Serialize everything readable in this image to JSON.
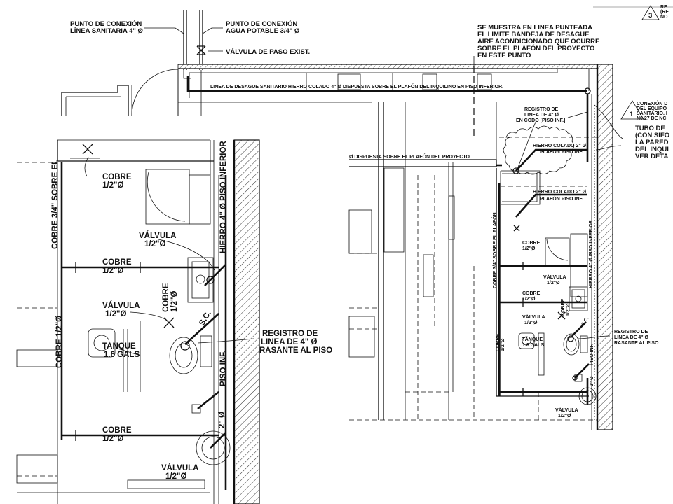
{
  "top_notes": {
    "sanitary_connection": [
      "PUNTO DE CONEXIÓN",
      "LÍNEA SANITARIA 4\" Ø"
    ],
    "water_connection": [
      "PUNTO DE CONEXIÓN",
      "AGUA POTABLE 3/4\" Ø"
    ],
    "existing_valve": "VÁLVULA DE PASO EXIST.",
    "dashed_limit_note": [
      "SE MUESTRA EN LINEA PUNTEADA",
      "EL LIMITE BANDEJA DE DESAGUE",
      "AIRE ACONDICIONADO QUE OCURRE",
      "SOBRE EL PLAFÓN DEL PROYECTO",
      "EN ESTE PUNTO"
    ]
  },
  "corner_revision": {
    "triangle": "3",
    "lines": [
      "RE",
      "(RE",
      "NO"
    ]
  },
  "plan_labels": {
    "drain_line_long": "LINEA DE DESAGUE SANITARIO  HIERRO COLADO 4\" Ø DISPUESTA SOBRE EL PLAFÓN DEL INQUILINO EN PISO INFERIOR.",
    "drain_line_project": "Ø DISPUESTA SOBRE EL PLAFÓN DEL PROYECTO",
    "registro_elbow": [
      "REGISTRO DE",
      "LINEA DE 4\" Ø",
      "EN CODO [PISO INF.]"
    ],
    "cast_iron_1": [
      "HIERRO COLADO 2\" Ø",
      "PLAFÓN PISO INF."
    ],
    "cast_iron_2": [
      "HIERRO COLADO 2\" Ø",
      "PLAFÓN PISO INF."
    ],
    "vertical_cobre_plafon": "COBRE 3/4\" SOBRE EL PLAFÓN",
    "vertical_hierro": "HIERRO 4\" Ø PISO INFERIOR",
    "cobre": "COBRE",
    "half_inch": "1/2\"Ø",
    "valvula": "VÁLVULA",
    "tanque": "TANQUE",
    "gals": "1.6 GALS",
    "registro_floor": [
      "REGISTRO DE",
      "LINEA DE 4\" Ø",
      "RASANTE AL PISO"
    ],
    "piso_inf": "PISO INF.",
    "two_inch": "2\" Ø",
    "sc": "S.C."
  },
  "right_edge_notes": {
    "triangle": "1",
    "connection": [
      "CONEXIÓN D",
      "DEL EQUIPO",
      "SANITARIO. I",
      "N0.27 DE NC"
    ],
    "tube": [
      "TUBO DE",
      "(CON SIFO",
      "LA PARED",
      "DEL INQUI",
      "VER DETA"
    ]
  },
  "inset_labels": {
    "vertical_cobre": "COBRE 3/4\" SOBRE EL",
    "vertical_hierro": "HIERRO 4\" Ø PISO INFERIOR",
    "cobre": "COBRE",
    "half_inch": "1/2\"Ø",
    "valvula": "VÁLVULA",
    "tanque": "TANQUE",
    "gals": "1.6 GALS",
    "registro": [
      "REGISTRO DE",
      "LINEA DE 4\" Ø",
      "RASANTE AL PISO"
    ],
    "piso_inf": "PISO INF.",
    "two_inch": "2\" Ø",
    "sc": "S.C.",
    "vertical_cobre_half": "COBRE 1/2\"Ø"
  }
}
